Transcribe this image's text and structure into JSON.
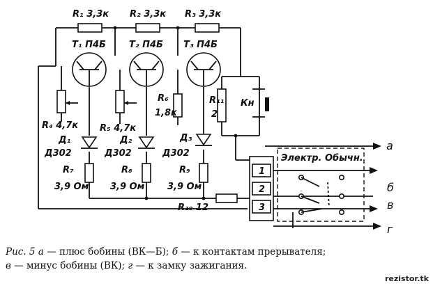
{
  "figure": {
    "resistors": {
      "r1": "R₁ 3,3к",
      "r2": "R₂ 3,3к",
      "r3": "R₃ 3,3к",
      "r4": "R₄ 4,7к",
      "r5": "R₅ 4,7к",
      "r6_name": "R₆",
      "r6_val": "1,8к",
      "r7_name": "R₇",
      "r7_val": "3,9 Ом",
      "r8_name": "R₈",
      "r8_val": "3,9 Ом",
      "r9_name": "R₉",
      "r9_val": "3,9 Ом",
      "r10": "R₁₀ 12",
      "r11_name": "R₁₁",
      "r11_val": "2"
    },
    "transistors": {
      "t1": "T₁ П4Б",
      "t2": "T₂ П4Б",
      "t3": "T₃ П4Б"
    },
    "diodes": {
      "d1_name": "Д₁",
      "d1_type": "Д302",
      "d2_name": "Д₂",
      "d2_type": "Д302",
      "d3_name": "Д₃",
      "d3_type": "Д302"
    },
    "button": "Кн",
    "switch_label": "Электр. Обычн.",
    "connector_pins": [
      "1",
      "2",
      "3"
    ],
    "terminals": {
      "a": "а",
      "b": "б",
      "v": "в",
      "g": "г"
    }
  },
  "caption": {
    "prefix": "Рис. 5",
    "a_key": "а",
    "a_text": " — плюс бобины (ВК—Б); ",
    "b_key": "б",
    "b_text": " — к контактам прерывателя;",
    "v_key": "в",
    "v_text": " — минус бобины (ВК); ",
    "g_key": "г",
    "g_text": " — к замку зажигания."
  },
  "watermark": "rezistor.tk"
}
